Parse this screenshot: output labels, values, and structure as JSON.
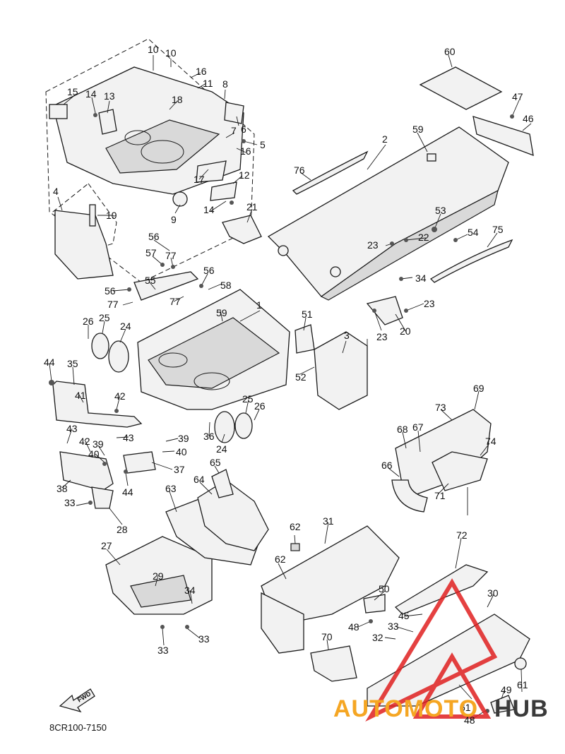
{
  "diagram_code": "8CR100-7150",
  "direction_label": "FWD",
  "watermark": {
    "text_orange": "AUTOMOTO",
    "text_dark": "HUB",
    "color_orange": "#f5a623",
    "color_dark": "#3a3a3a",
    "color_red": "#e02020"
  },
  "callouts": [
    "1",
    "2",
    "3",
    "4",
    "5",
    "6",
    "7",
    "8",
    "9",
    "10",
    "10",
    "11",
    "12",
    "13",
    "14",
    "14",
    "15",
    "16",
    "16",
    "17",
    "18",
    "19",
    "20",
    "21",
    "22",
    "23",
    "23",
    "23",
    "24",
    "24",
    "25",
    "25",
    "26",
    "26",
    "27",
    "28",
    "29",
    "30",
    "31",
    "32",
    "33",
    "33",
    "33",
    "33",
    "34",
    "34",
    "35",
    "36",
    "37",
    "38",
    "39",
    "39",
    "40",
    "40",
    "41",
    "42",
    "42",
    "43",
    "43",
    "44",
    "44",
    "45",
    "46",
    "47",
    "48",
    "48",
    "49",
    "50",
    "51",
    "52",
    "53",
    "54",
    "55",
    "56",
    "56",
    "56",
    "57",
    "58",
    "59",
    "59",
    "60",
    "61",
    "61",
    "62",
    "62",
    "63",
    "64",
    "65",
    "66",
    "67",
    "68",
    "69",
    "70",
    "71",
    "72",
    "73",
    "74",
    "75",
    "76",
    "77",
    "77",
    "77"
  ]
}
